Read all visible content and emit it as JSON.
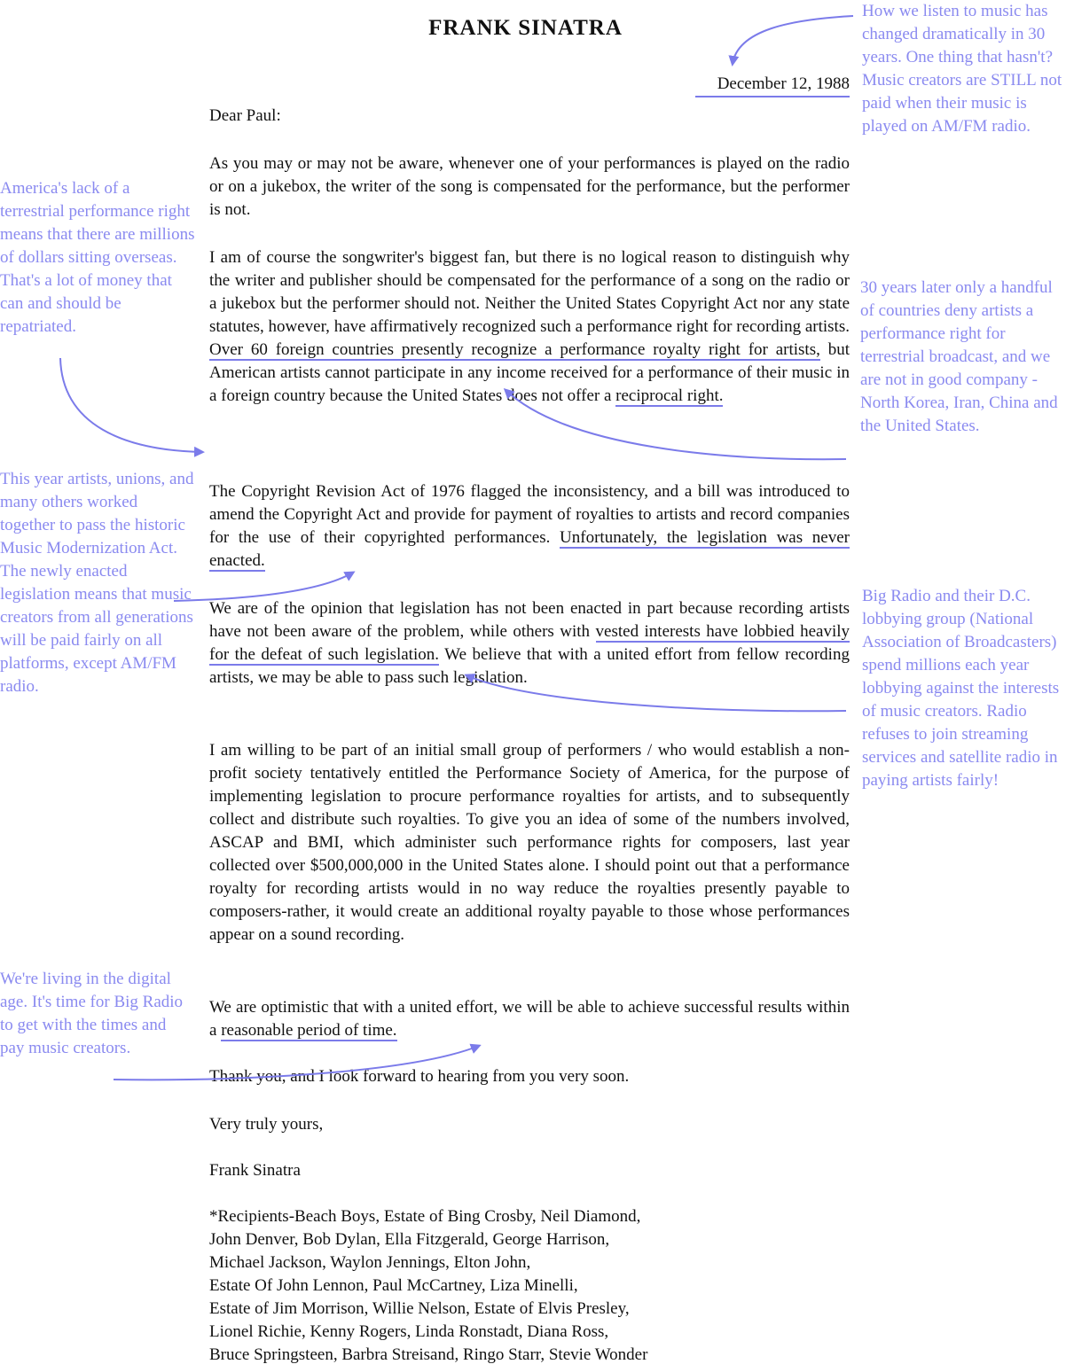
{
  "letter": {
    "title": "FRANK SINATRA",
    "date": "December 12, 1988",
    "salutation": "Dear Paul:",
    "p1": "As you may or may not be aware, whenever one of your performances is played on the radio or on a jukebox, the writer of the song is compensated for the performance, but the performer is not.",
    "p2_a": "I am of course the songwriter's biggest fan, but there is no logical reason to distinguish why the writer and publisher should be compensated for the performance of a song on the radio or a jukebox but the performer should not. Neither the United States Copyright Act nor any state statutes, however, have affirmatively recognized such a performance right for recording artists.",
    "p2_b": "Over 60 foreign countries presently recognize a performance royalty right for artists,",
    "p2_c": "but American artists cannot participate in any income received for a performance of their music in a foreign country because the United States does not offer a",
    "p2_d": "reciprocal right.",
    "p3_a": "The Copyright Revision Act of 1976 flagged the inconsistency, and a bill was introduced to amend the Copyright Act and provide for payment of royalties to artists and record companies for the use of their copyrighted performances.",
    "p3_b": "Unfortunately, the legislation was never enacted.",
    "p4_a": "We are of the opinion that legislation has not been enacted in part because recording artists have not been aware of the problem, while others with",
    "p4_b": "vested interests have lobbied heavily for the defeat of such legislation.",
    "p4_c": "We believe that with a united effort from fellow recording artists, we may be able to pass such legislation.",
    "p5": "I am willing to be part of an initial small group of performers / who would establish a non-profit society tentatively entitled the Performance Society of America, for the purpose of implementing legislation to procure performance royalties for artists, and to subsequently collect and distribute such royalties. To give you an idea of some of the numbers involved, ASCAP and BMI, which administer such performance rights for composers, last year collected over $500,000,000 in the United States alone. I should point out that a performance royalty for recording artists would in no way reduce the royalties presently payable to composers-rather, it would create an additional royalty payable to those whose performances appear on a sound recording.",
    "p6_a": "We are optimistic that with a united effort, we will be able to achieve successful results within a",
    "p6_b": "reasonable period of time.",
    "p7": "Thank you, and I look forward to hearing from you very soon.",
    "closing": "Very truly yours,",
    "signature": "Frank Sinatra",
    "recipients": [
      "*Recipients-Beach Boys, Estate of Bing Crosby, Neil Diamond,",
      "John Denver, Bob Dylan, Ella Fitzgerald, George Harrison,",
      "Michael Jackson, Waylon Jennings, Elton John,",
      "Estate Of John Lennon, Paul McCartney, Liza Minelli,",
      "Estate of Jim Morrison, Willie Nelson, Estate of Elvis Presley,",
      "Lionel Richie, Kenny Rogers, Linda Ronstadt, Diana Ross,",
      "Bruce Springsteen, Barbra Streisand, Ringo Starr, Stevie Wonder"
    ]
  },
  "annotations": {
    "top_right": "How we listen to music has changed dramatically in 30 years. One thing that hasn't? Music creators are STILL not paid when their music is played on AM/FM radio.",
    "left_1": "America's lack of a terrestrial performance right means that there are millions of dollars sitting overseas. That's a lot of money that can and should be repatriated.",
    "right_2": "30 years later only a handful of countries deny artists a performance right for terrestrial broadcast, and we are not in good company - North Korea, Iran, China and the United States.",
    "left_2": "This year artists, unions, and many others worked together to pass the historic Music Modernization Act. The newly enacted legislation means that music creators from all generations will be paid fairly on all platforms, except AM/FM radio.",
    "right_3": "Big Radio and their D.C. lobbying group (National Association of Broadcasters) spend millions each year lobbying against the interests of music creators. Radio refuses to join streaming services and satellite radio in paying artists fairly!",
    "left_3": "We're living in the digital age. It's time for Big Radio to get with the times and pay music creators."
  },
  "colors": {
    "annotation": "#8a8af0",
    "text": "#111111"
  }
}
